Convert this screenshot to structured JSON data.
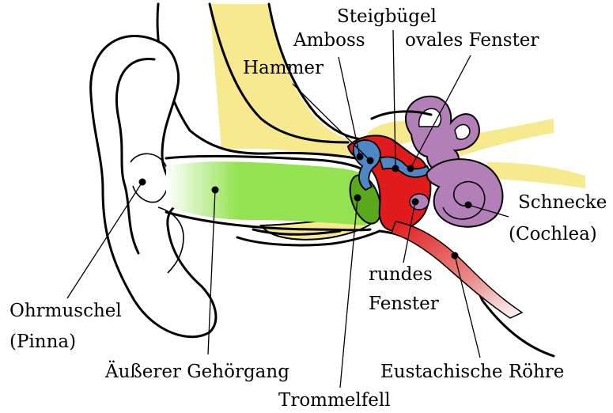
{
  "labels": {
    "steigbuegel": "Steigbügel",
    "amboss": "Amboss",
    "ovales_fenster": "ovales Fenster",
    "hammer": "Hammer",
    "schnecke": "Schnecke",
    "cochlea": "(Cochlea)",
    "ohrmuschel": "Ohrmuschel",
    "pinna": "(Pinna)",
    "rundes": "rundes",
    "fenster": "Fenster",
    "gehoergang": "Äußerer Gehörgang",
    "eustachische": "Eustachische Röhre",
    "trommelfell": "Trommelfell"
  },
  "colors": {
    "skin": "#ffffff",
    "bone": "#f7e98e",
    "canal": "#92e34f",
    "eardrum": "#5aa81c",
    "middle_ear": "#e11b1b",
    "ossicles": "#4f86c6",
    "cochlea": "#b27fb8",
    "eustachian_tube": "#e76a6a"
  }
}
